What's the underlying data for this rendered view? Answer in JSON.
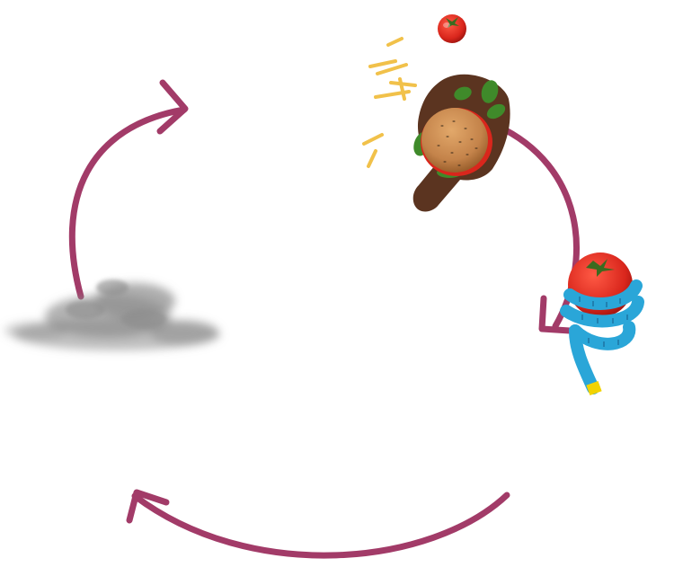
{
  "diagram": {
    "type": "cycle",
    "colors": {
      "arrow": "#a23b68",
      "smoke": "#8a8a8a",
      "bun": "#c88a4a",
      "board": "#5b3420",
      "lettuce": "#3f8a2a",
      "tomato": "#d9261c",
      "fries": "#f1c14a",
      "tape": "#2aa6d8",
      "tape_tip": "#f2d300"
    },
    "nodes": [
      {
        "name": "burger-on-board",
        "icon": "burger-icon"
      },
      {
        "name": "tomato-with-measuring-tape",
        "icon": "tomato-measuring-tape-icon"
      },
      {
        "name": "smoke-cloud",
        "icon": "smoke-cloud-icon"
      }
    ],
    "extras": [
      {
        "name": "cherry-tomato",
        "icon": "cherry-tomato-icon"
      },
      {
        "name": "french-fries",
        "icon": "french-fries-icon"
      }
    ],
    "arrows": [
      {
        "name": "arrow-burger-to-tape",
        "from": "burger-on-board",
        "to": "tomato-with-measuring-tape"
      },
      {
        "name": "arrow-tape-to-smoke",
        "from": "tomato-with-measuring-tape",
        "to": "smoke-cloud"
      },
      {
        "name": "arrow-smoke-to-burger",
        "from": "smoke-cloud",
        "to": "burger-on-board"
      }
    ]
  }
}
